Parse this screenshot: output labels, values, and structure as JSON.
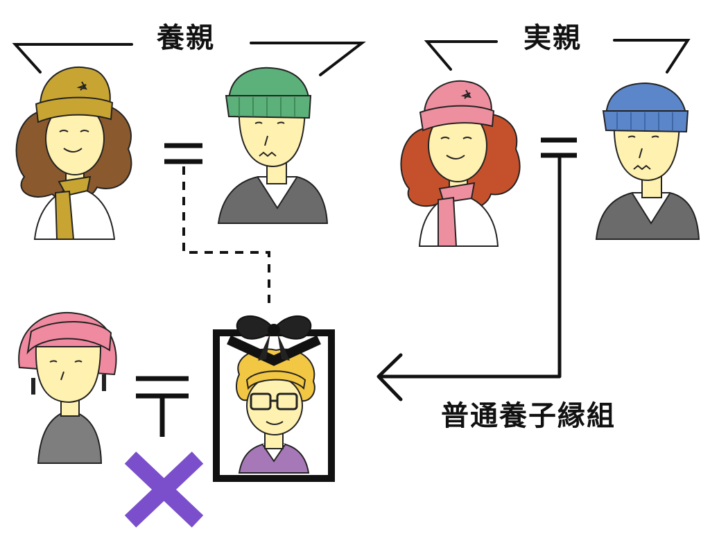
{
  "labels": {
    "adoptive_parents": "養親",
    "biological_parents": "実親",
    "adoption_type": "普通養子縁組"
  },
  "people": [
    {
      "role": "adoptive-mother",
      "hat_color": "#C8A533",
      "hair_color": "#8A5A2E",
      "scarf_color": "#C8A533"
    },
    {
      "role": "adoptive-father",
      "hat_color": "#5CB07A",
      "jacket_color": "#6B6B6B"
    },
    {
      "role": "biological-mother",
      "hat_color": "#EE8FA0",
      "hair_color": "#C4512C",
      "scarf_color": "#EE8FA0"
    },
    {
      "role": "biological-father",
      "hat_color": "#5B86C9",
      "jacket_color": "#6B6B6B"
    },
    {
      "role": "spouse",
      "hair_color": "#F08AA0",
      "sweater_color": "#7E7E7E"
    },
    {
      "role": "deceased-adoptee",
      "hair_color": "#F2C744",
      "shirt_color": "#A778B8",
      "frame_color": "#111111"
    }
  ],
  "colors": {
    "skin": "#FFF1B0",
    "line": "#111111",
    "cross_mark": "#7B4FCB"
  },
  "icons": {
    "no_children_mark": "cross-mark-icon",
    "memorial_frame": "memorial-portrait-frame-icon"
  }
}
